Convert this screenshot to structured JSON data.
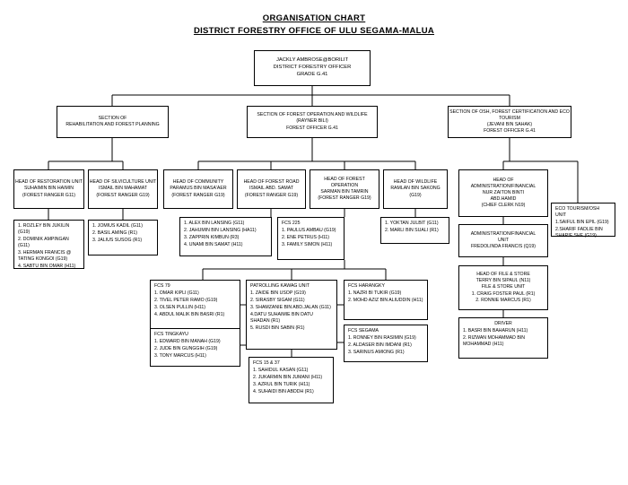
{
  "title": "ORGANISATION CHART",
  "subtitle": "DISTRICT FORESTRY OFFICE OF ULU SEGAMA-MALUA",
  "top": [
    "JACKLY AMBROSE@BORILIT",
    "DISTRICT FORESTRY OFFICER",
    "GRADE G.41"
  ],
  "sections": {
    "rehab": [
      "SECTION OF",
      "REHABILITATION AND FOREST PLANNING"
    ],
    "ops": [
      "SECTION OF FOREST OPERATION AND WILDLIFE",
      "(RAYNER BILI)",
      "FOREST OFFICER G.41"
    ],
    "osh": [
      "SECTION OF OSH, FOREST CERTIFICATION AND ECO TOURISM",
      "(JEVANI BIN SAHAK)",
      "FOREST OFFICER G.41"
    ]
  },
  "heads": {
    "restoration": [
      "HEAD OF RESTORATION UNIT",
      "SUHAIMIN BIN HAIMIN",
      "(FOREST RANGER G11)"
    ],
    "silviculture": [
      "HEAD OF SILVICULTURE UNIT",
      "ISMAIL BIN MAHAMAT",
      "(FOREST RANGER G19)"
    ],
    "community": [
      "HEAD OF COMMUNITY",
      "PARAMUS BIN MASA'AER",
      "(FOREST RANGER G19)"
    ],
    "road": [
      "HEAD OF FOREST ROAD",
      "ISMAIL ABD. SAMAT",
      "(FOREST RANGER G19)"
    ],
    "operation": [
      "HEAD OF FOREST",
      "OPERATION",
      "SARMAN BIN TAMRIN",
      "(FOREST RANGER G19)"
    ],
    "wildlife": [
      "HEAD OF WILDLIFE",
      "RAMLAN BIN SAKONG",
      "(G19)"
    ],
    "admin": [
      "HEAD OF",
      "ADMINISTRATION/FINANCIAL",
      "NUR ZAITON BINTI",
      "ABD.HAMID",
      "(CHIEF CLERK N19)"
    ]
  },
  "teams": {
    "restoration": [
      "1. ROZLEY BIN JUKILIN (G19)",
      "2. DOMINIK AMPINGAN (G11)",
      "3. HERMAN FRANCIS @ TATING KONGOI (G19)",
      "4. SABTU BIN OMAR (H11)"
    ],
    "silviculture": [
      "1. JOMIUS KADIL (G11)",
      "2. BASIL AMING (R1)",
      "3. JALIUS SUSOG (R1)"
    ],
    "road": [
      "1. ALEX BIN LANSING (G11)",
      "2. JAHUMIN BIN LANSING (HA11)",
      "3. ZAPPRIN KIMBUN (R3)",
      "4. UNAMI BIN SAMAT (H11)"
    ],
    "fcs225": [
      "FCS 225",
      "1. PAULUS AMBAU (G19)",
      "2. ENE PETRUS (H11)",
      "3. FAMILY SIMON (H11)"
    ],
    "wildlife": [
      "1. YOKTAN JULBIT (G11)",
      "2. MARLI BIN SUALI (R1)"
    ],
    "eco": [
      "ECO TOURISM/OSH UNIT",
      "1.SAIFUL BIN EPIL (G19)",
      "2.SHARIF FADLIE BIN SHARIF SHE (G19)"
    ],
    "adminunit": [
      "ADMINISTRATION/FINANCIAL",
      "UNIT",
      "FREDOLINDA FRANCIS (Q19)"
    ],
    "file": [
      "HEAD OF FILE & STORE",
      "TERRY BIN SIPAUL (N11)",
      "FILE & STORE UNIT",
      "1. CRAIG FOSTER PAUL (R1)",
      "2. RONNIE MARCUS (R1)"
    ],
    "driver": [
      "DRIVER",
      "1. BASRI BIN BAHARUN (H11)",
      "2. RIZWAN MOHAMMAD BIN MOHAMMAD (H11)"
    ],
    "fcs79": [
      "FCS 79",
      "1. OMAR KIPLI (G11)",
      "2. TIVEL PETER RAMO (G19)",
      "3. OLSEN PULLIN (H11)",
      "4. ABDUL MALIK BIN BASRI (R1)"
    ],
    "tingkayu": [
      "FCS TINGKAYU",
      "1. EDWARD BIN MANAH (G19)",
      "2. JUDE BIN GUNGGIH (G19)",
      "3. TONY MARCUS (H11)"
    ],
    "patrol": [
      "PATROLLING KAWAG UNIT",
      "1. ZAIDE BIN USOP (G19)",
      "2. SIRASBY SIGAM (G11)",
      "3. SHAMZANIE BIN ABD.JALAN (G11)",
      "4.DATU SUHAIMIE BIN DATU SHADAN (R1)",
      "5. RUSDI BIN SABIN (R1)"
    ],
    "harangky": [
      "FCS HARANGKY",
      "1. NAZRI BI TUKIR (G19)",
      "2. MOHD AZIZ BIN ALIUDDIN (H11)"
    ],
    "segama": [
      "FCS SEGAMA",
      "1. RONNEY BIN RASIMIN (G19)",
      "2. ALDASER BIN IMDANI (R1)",
      "3. SARINUS AMIONG (R1)"
    ],
    "fcs1537": [
      "FCS 15 & 37",
      "1. SAHIDUL KASAN (G11)",
      "2. JUKARMIN BIN JUMANI (H11)",
      "3. AZRUL BIN TURIK (H11)",
      "4. SUHAIDI BIN ABDDH (R1)"
    ]
  }
}
